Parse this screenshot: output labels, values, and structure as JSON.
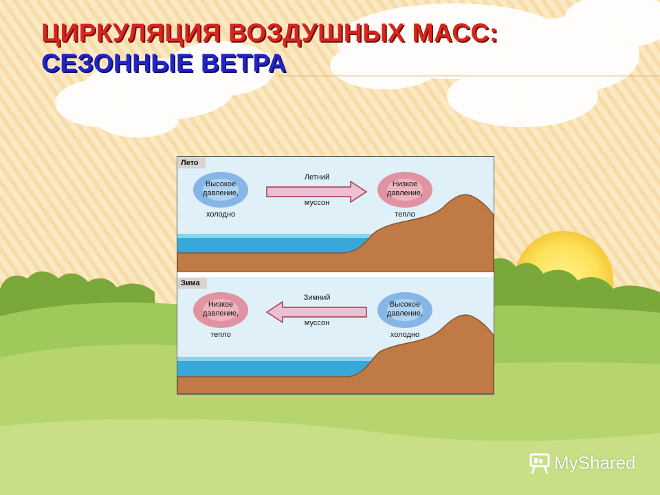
{
  "slide": {
    "title_line1": "ЦИРКУЛЯЦИЯ ВОЗДУШНЫХ МАСС:",
    "title_line2": "СЕЗОННЫЕ ВЕТРА"
  },
  "diagram": {
    "summer": {
      "tag": "Лето",
      "left_pressure": "Высокое давление,",
      "left_temp": "холодно",
      "wind_top": "Летний",
      "wind_bottom": "муссон",
      "right_pressure": "Низкое давление,",
      "right_temp": "тепло",
      "wind_direction": "right"
    },
    "winter": {
      "tag": "Зима",
      "left_pressure": "Низкое давление,",
      "left_temp": "тепло",
      "wind_top": "Зимний",
      "wind_bottom": "муссон",
      "right_pressure": "Высокое давление,",
      "right_temp": "холодно",
      "wind_direction": "left"
    }
  },
  "colors": {
    "title_red": "#d7261c",
    "title_blue": "#2424c8",
    "land": "#c07a45",
    "sea": "#3aa7d9",
    "sky": "#dff0f8",
    "high_pressure_summer": "#3d86d6",
    "low_pressure_summer": "#e0475a"
  },
  "logo": {
    "text": "MyShared",
    "icon": "presentation-board-icon"
  }
}
